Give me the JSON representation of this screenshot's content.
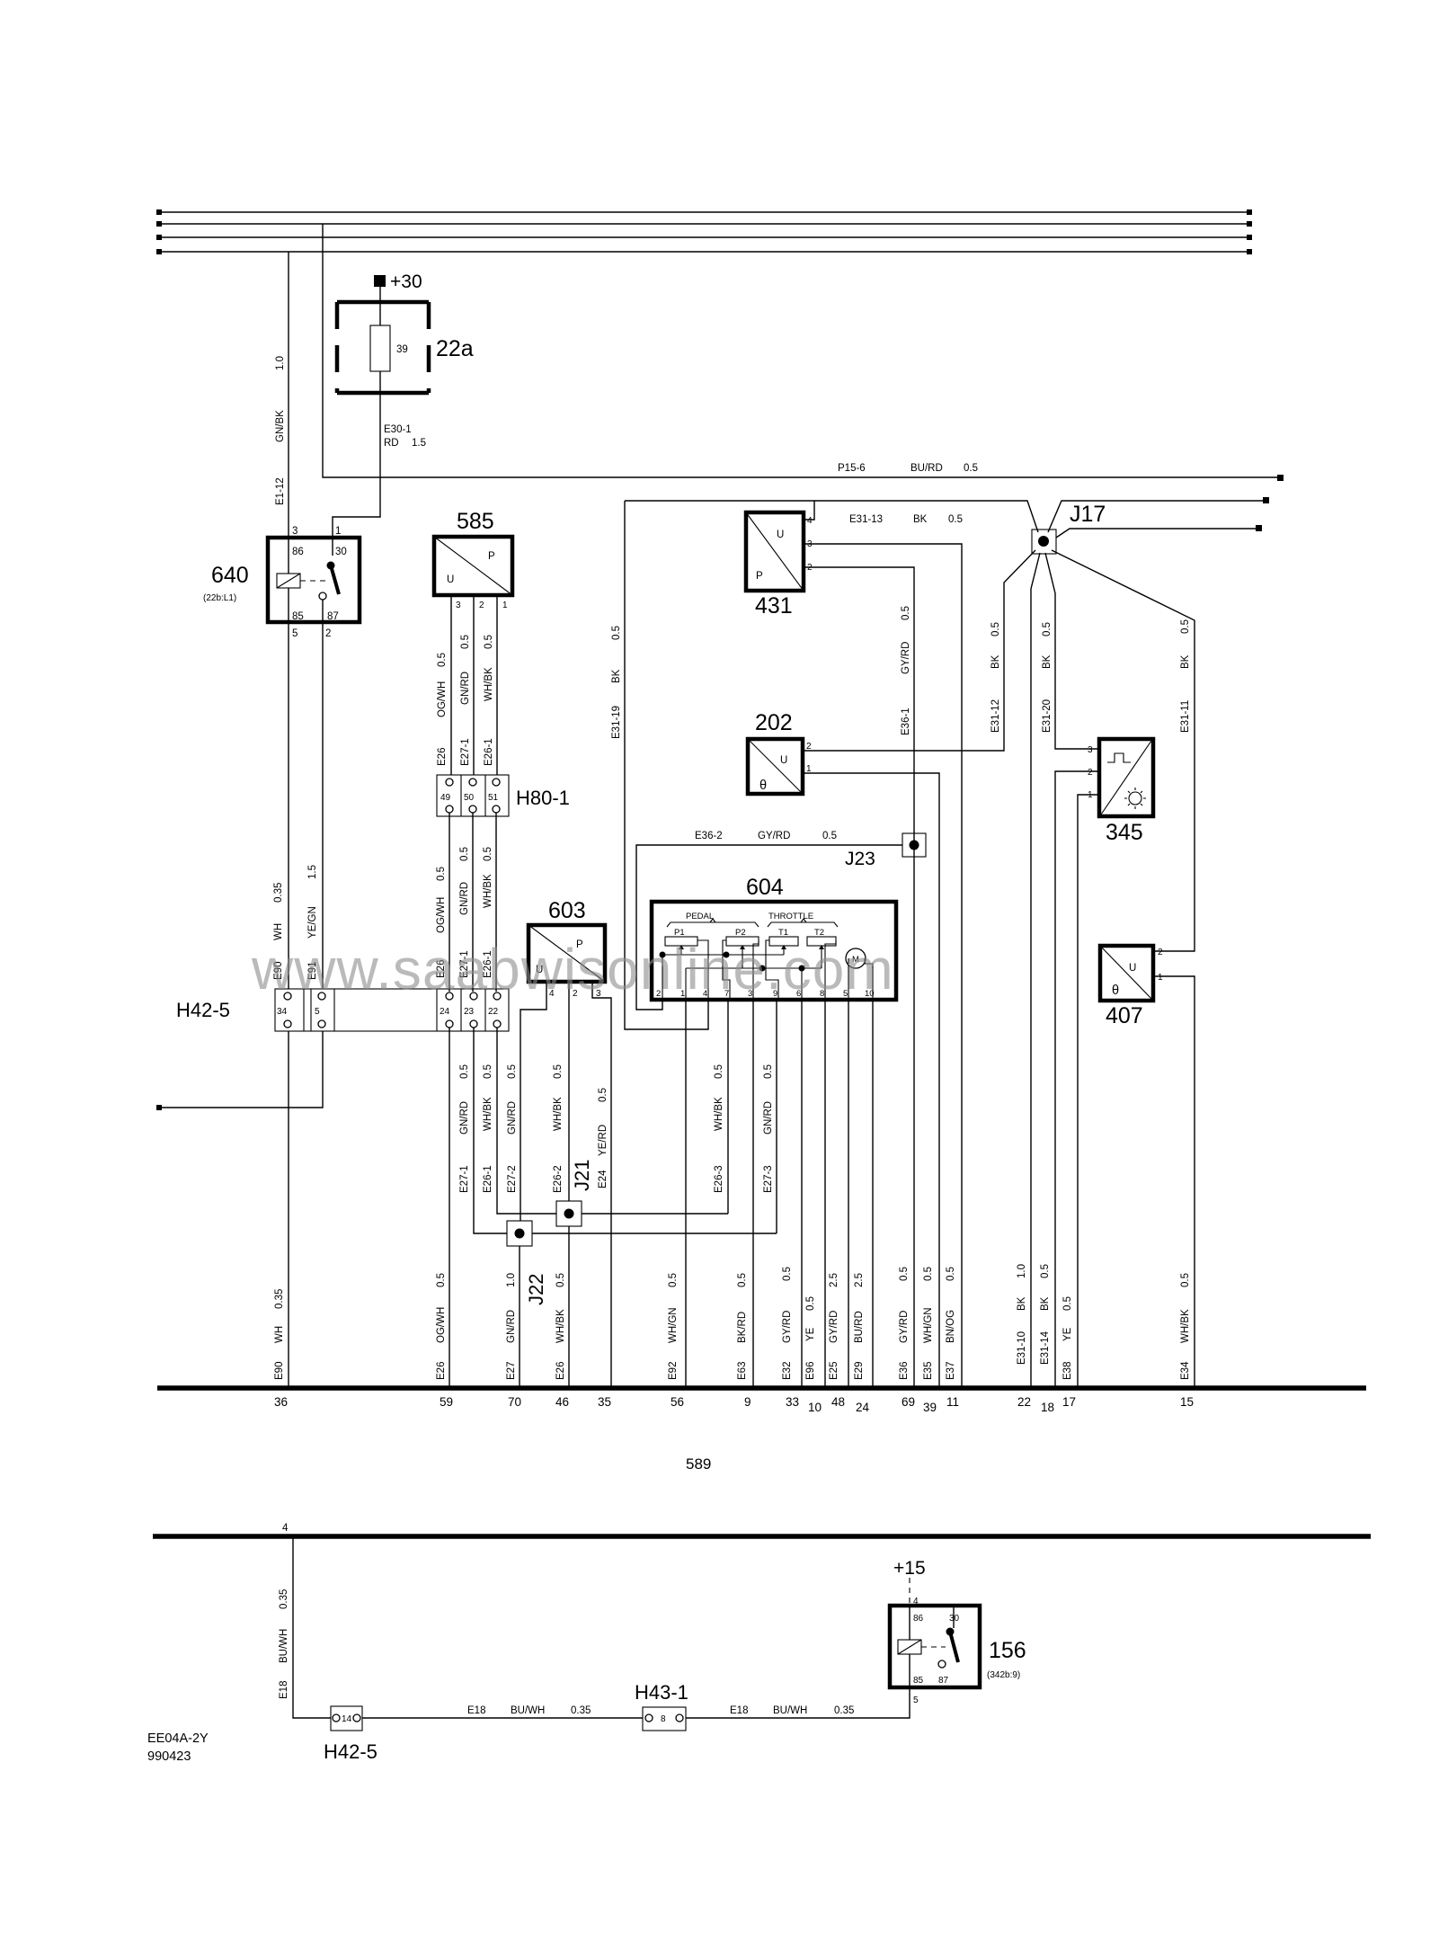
{
  "watermark": "www.saabwisonline.com",
  "doc": {
    "code": "EE04A-2Y",
    "date": "990423"
  },
  "power": {
    "plus30": "+30",
    "plus15": "+15"
  },
  "buses": {
    "main_label": "589",
    "bus2_pin": "4"
  },
  "junctions": {
    "j17": "J17",
    "j21": "J21",
    "j22": "J22",
    "j23": "J23"
  },
  "components": {
    "fuse_box": {
      "id": "22a",
      "fuse": "39"
    },
    "relay_640": {
      "id": "640",
      "ref": "(22b:L1)",
      "po": [
        "3",
        "1",
        "5",
        "2"
      ],
      "pi": [
        "86",
        "30",
        "85",
        "87"
      ]
    },
    "relay_156": {
      "id": "156",
      "ref": "(342b:9)",
      "po": [
        "4",
        "5"
      ],
      "pi": [
        "86",
        "30",
        "85",
        "87"
      ]
    },
    "u585": {
      "id": "585",
      "p": "P",
      "u": "U",
      "pins": [
        "3",
        "2",
        "1"
      ]
    },
    "u603": {
      "id": "603",
      "p": "P",
      "u": "U",
      "pins": [
        "4",
        "2",
        "3"
      ]
    },
    "u431": {
      "id": "431",
      "u": "U",
      "p": "P",
      "pins": [
        "4",
        "3",
        "2"
      ]
    },
    "u202": {
      "id": "202",
      "u": "U",
      "t": "θ",
      "pins": [
        "2",
        "1"
      ]
    },
    "u345": {
      "id": "345",
      "pins": [
        "3",
        "2",
        "1"
      ]
    },
    "u407": {
      "id": "407",
      "u": "U",
      "t": "θ",
      "pins": [
        "2",
        "1"
      ]
    },
    "u604": {
      "id": "604",
      "groups": [
        "PEDAL",
        "THROTTLE"
      ],
      "pots": [
        "P1",
        "P2",
        "T1",
        "T2"
      ],
      "motor": "M",
      "pins": [
        "2",
        "1",
        "4",
        "7",
        "3",
        "9",
        "6",
        "8",
        "5",
        "10"
      ]
    },
    "h80": {
      "id": "H80-1",
      "pins": [
        "49",
        "50",
        "51"
      ]
    },
    "h42_top": {
      "id": "H42-5",
      "pins": [
        "34",
        "5",
        "24",
        "23",
        "22"
      ]
    },
    "h42_bottom": {
      "id": "H42-5",
      "pins": [
        "14"
      ]
    },
    "h43": {
      "id": "H43-1",
      "pins": [
        "8"
      ]
    }
  },
  "wires": {
    "gnbk": [
      "E1-12",
      "GN/BK",
      "1.0"
    ],
    "e30_1": [
      "E30-1",
      "RD",
      "1.5"
    ],
    "p15": [
      "P15-6",
      "BU/RD",
      "0.5"
    ],
    "e31_13": [
      "E31-13",
      "BK",
      "0.5"
    ],
    "s585": [
      [
        "E26",
        "OG/WH",
        "0.5"
      ],
      [
        "E27-1",
        "GN/RD",
        "0.5"
      ],
      [
        "E26-1",
        "WH/BK",
        "0.5"
      ]
    ],
    "s585b": [
      [
        "E26",
        "OG/WH",
        "0.5"
      ],
      [
        "E27-1",
        "GN/RD",
        "0.5"
      ],
      [
        "E26-1",
        "WH/BK",
        "0.5"
      ]
    ],
    "e90t": [
      "E90",
      "WH",
      "0.35"
    ],
    "e91": [
      "E91",
      "YE/GN",
      "1.5"
    ],
    "e31_19": [
      "E31-19",
      "BK",
      "0.5"
    ],
    "e36_1": [
      "E36-1",
      "GY/RD",
      "0.5"
    ],
    "e36_2": [
      "E36-2",
      "GY/RD",
      "0.5"
    ],
    "e31_12": [
      "E31-12",
      "BK",
      "0.5"
    ],
    "e31_20": [
      "E31-20",
      "BK",
      "0.5"
    ],
    "e31_11": [
      "E31-11",
      "BK",
      "0.5"
    ],
    "mid": [
      [
        "E27-1",
        "GN/RD",
        "0.5"
      ],
      [
        "E26-1",
        "WH/BK",
        "0.5"
      ],
      [
        "E27-2",
        "GN/RD",
        "0.5"
      ],
      [
        "E26-2",
        "WH/BK",
        "0.5"
      ],
      [
        "E24",
        "YE/RD",
        "0.5"
      ],
      [
        "E26-3",
        "WH/BK",
        "0.5"
      ],
      [
        "E27-3",
        "GN/RD",
        "0.5"
      ]
    ],
    "bus": [
      [
        "E90",
        "WH",
        "0.35"
      ],
      [
        "E26",
        "OG/WH",
        "0.5"
      ],
      [
        "E27",
        "GN/RD",
        "1.0"
      ],
      [
        "E26",
        "WH/BK",
        "0.5"
      ],
      [
        "E92",
        "WH/GN",
        "0.5"
      ],
      [
        "E63",
        "BK/RD",
        "0.5"
      ],
      [
        "E32",
        "GY/RD",
        "0.5"
      ],
      [
        "E96",
        "YE",
        "0.5"
      ],
      [
        "E25",
        "GY/RD",
        "2.5"
      ],
      [
        "E29",
        "BU/RD",
        "2.5"
      ],
      [
        "E36",
        "GY/RD",
        "0.5"
      ],
      [
        "E35",
        "WH/GN",
        "0.5"
      ],
      [
        "E37",
        "BN/OG",
        "0.5"
      ],
      [
        "E31-10",
        "BK",
        "1.0"
      ],
      [
        "E31-14",
        "BK",
        "0.5"
      ],
      [
        "E38",
        "YE",
        "0.5"
      ],
      [
        "E34",
        "WH/BK",
        "0.5"
      ]
    ],
    "e18c": [
      "E18",
      "BU/WH",
      "0.35"
    ],
    "e18r1": [
      "E18",
      "BU/WH",
      "0.35"
    ],
    "e18r2": [
      "E18",
      "BU/WH",
      "0.35"
    ]
  },
  "bus_pins": [
    "36",
    "59",
    "70",
    "46",
    "35",
    "56",
    "9",
    "33",
    "10",
    "48",
    "24",
    "69",
    "39",
    "11",
    "22",
    "18",
    "17",
    "15"
  ]
}
